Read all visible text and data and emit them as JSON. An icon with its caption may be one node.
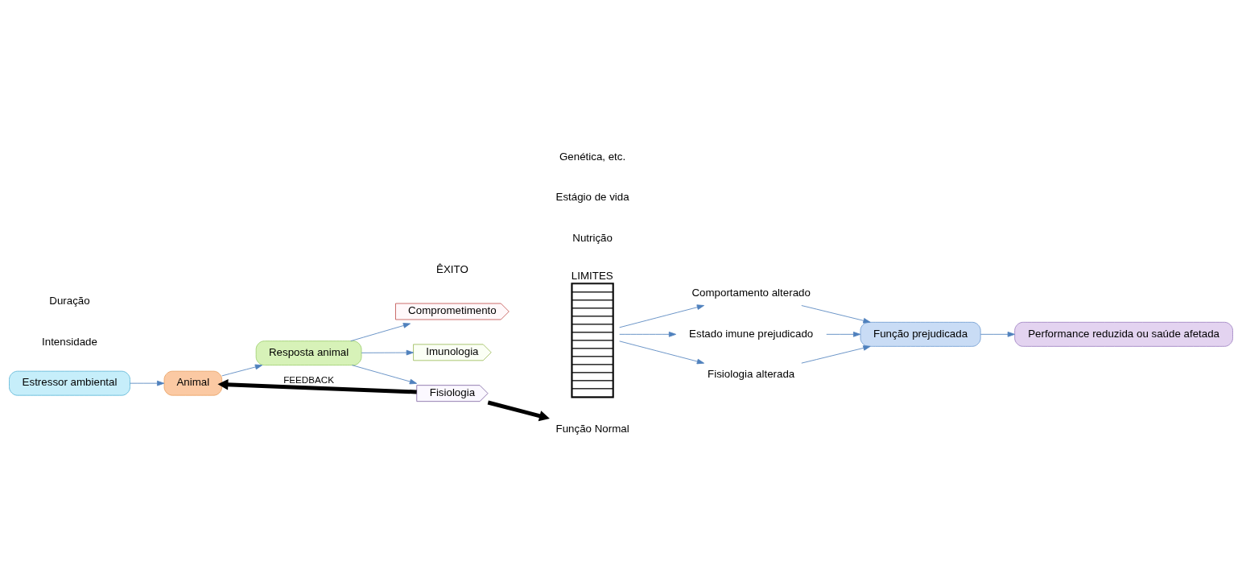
{
  "diagram": {
    "nodes": [
      {
        "text": [
          "Estressor ambiental"
        ]
      },
      {
        "text": [
          "Animal"
        ]
      },
      {
        "text": [
          "Resposta animal"
        ]
      },
      {
        "text": [
          "Comprometimento"
        ]
      },
      {
        "text": [
          "Imunologia"
        ]
      },
      {
        "text": [
          "Fisiologia"
        ]
      },
      {
        "text": [
          "LIMITES"
        ]
      },
      {
        "text": [
          "Comportamento alterado"
        ]
      },
      {
        "text": [
          "Estado imune prejudicado"
        ]
      },
      {
        "text": [
          "Fisiologia alterada"
        ]
      },
      {
        "text": [
          "Função prejudicada"
        ]
      },
      {
        "text": [
          "Performance reduzida ou saúde afetada"
        ]
      },
      {
        "text": [
          "Função Normal"
        ]
      }
    ],
    "edges": [
      {
        "from": 0,
        "to": 1,
        "arrow": "to"
      },
      {
        "from": 1,
        "to": 2,
        "arrow": "to"
      },
      {
        "from": 2,
        "to": 3,
        "arrow": "to"
      },
      {
        "from": 2,
        "to": 4,
        "arrow": "to"
      },
      {
        "from": 2,
        "to": 5,
        "arrow": "to"
      },
      {
        "from": 6,
        "to": 7,
        "arrow": "to"
      },
      {
        "from": 6,
        "to": 8,
        "arrow": "to"
      },
      {
        "from": 6,
        "to": 9,
        "arrow": "to"
      },
      {
        "from": 7,
        "to": 10,
        "arrow": "to"
      },
      {
        "from": 8,
        "to": 10,
        "arrow": "to"
      },
      {
        "from": 9,
        "to": 10,
        "arrow": "to"
      },
      {
        "from": 10,
        "to": 11,
        "arrow": "to"
      },
      {
        "from": 5,
        "to": 12,
        "arrow": "to",
        "style": "thick",
        "color": "#000000"
      },
      {
        "from": 5,
        "to": 1,
        "arrow": "to",
        "label": "FEEDBACK",
        "style": "thick",
        "color": "#000000"
      }
    ],
    "labels": [
      "ÊXITO",
      "Intensidade",
      "Duração",
      "Nutrição",
      "Estágio de vida",
      "Genética, etc."
    ]
  }
}
